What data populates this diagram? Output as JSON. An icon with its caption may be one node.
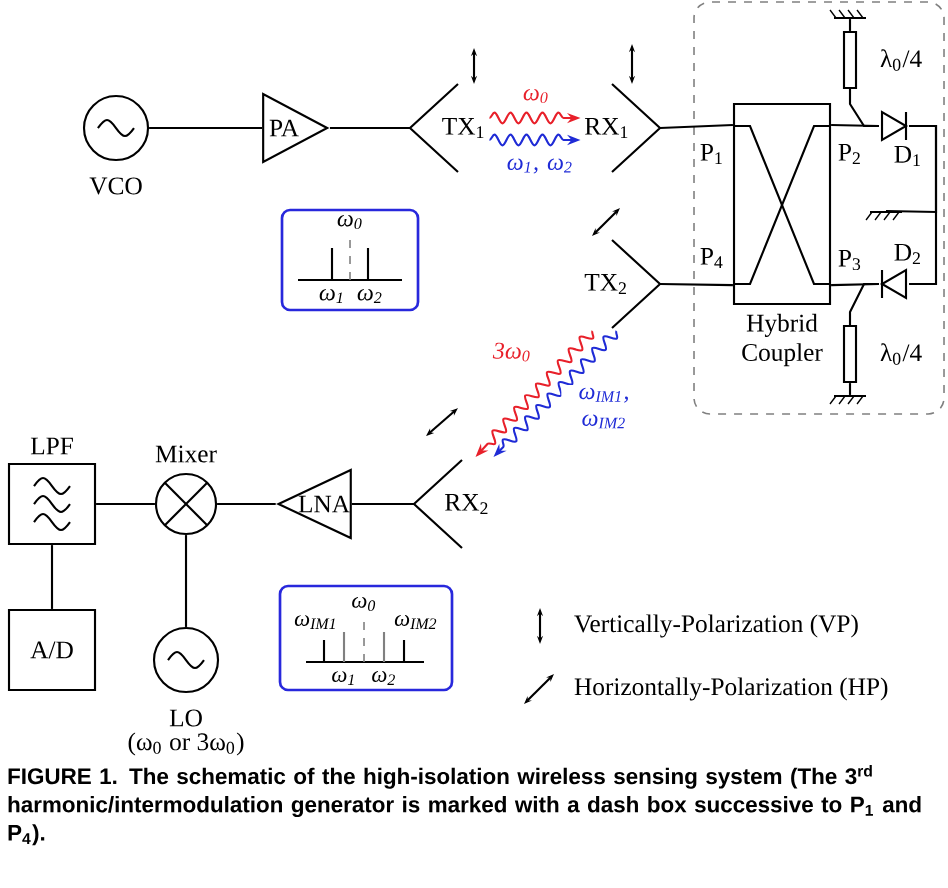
{
  "diagram": {
    "caption": "FIGURE 1. The schematic of the high-isolation wireless sensing system (The 3$^{rd}$ harmonic/intermodulation generator is marked with a dash box successive to P$_{1}$ and P$_{4}$).",
    "nodes": [
      {
        "text": [
          "VCO"
        ]
      },
      {
        "text": [
          "PA"
        ]
      },
      {
        "text": [
          "TX$_{1}$"
        ]
      },
      {
        "text": [
          "RX$_{1}$"
        ]
      },
      {
        "text": [],
        "shape": "box"
      },
      {
        "text": [
          "Hybrid Coupler"
        ],
        "in": 4
      },
      {
        "text": [
          "D$_{1}$"
        ],
        "in": 4
      },
      {
        "text": [
          "D$_{2}$"
        ],
        "in": 4
      },
      {
        "text": [
          "λ$_{0}$/4"
        ],
        "in": 4
      },
      {
        "text": [
          "λ$_{0}$/4"
        ],
        "in": 4
      },
      {
        "text": [
          "TX$_{2}$"
        ]
      },
      {
        "text": [
          "RX$_{2}$"
        ]
      },
      {
        "text": [
          "LNA"
        ]
      },
      {
        "text": [
          "Mixer"
        ]
      },
      {
        "text": [
          "LPF"
        ]
      },
      {
        "text": [
          "A/D"
        ]
      },
      {
        "text": [
          "LO",
          "(ω$_{0}$ or 3ω$_{0}$)"
        ]
      },
      {
        "text": [
          "ω$_{0}$",
          "ω$_{1}$",
          "ω$_{2}$"
        ]
      },
      {
        "text": [
          "ω$_{0}$",
          "ω$_{IM1}$",
          "ω$_{IM2}$",
          "ω$_{1}$",
          "ω$_{2}$"
        ]
      },
      {
        "text": [],
        "shape": "ground",
        "in": 4
      },
      {
        "text": [],
        "shape": "ground",
        "in": 4
      },
      {
        "text": [],
        "shape": "ground",
        "in": 4
      }
    ],
    "edges": [
      {
        "from": 0,
        "to": 1,
        "arrow": "none"
      },
      {
        "from": 1,
        "to": 2,
        "arrow": "none"
      },
      {
        "from": 2,
        "to": 3,
        "arrow": "to",
        "label": "ω$_{0}$",
        "color": "#e8202a"
      },
      {
        "from": 2,
        "to": 3,
        "arrow": "to",
        "label": "ω$_{1}$, ω$_{2}$",
        "color": "#1f2bd6"
      },
      {
        "from": 3,
        "to": 5,
        "arrow": "none"
      },
      {
        "from": 10,
        "to": 5,
        "arrow": "none"
      },
      {
        "from": 5,
        "to": 6,
        "arrow": "none"
      },
      {
        "from": 5,
        "to": 7,
        "arrow": "none"
      },
      {
        "from": 8,
        "to": 6,
        "arrow": "none"
      },
      {
        "from": 9,
        "to": 7,
        "arrow": "none"
      },
      {
        "from": 6,
        "to": 7,
        "arrow": "none"
      },
      {
        "from": 10,
        "to": 11,
        "arrow": "to",
        "label": "3ω$_{0}$",
        "color": "#e8202a"
      },
      {
        "from": 10,
        "to": 11,
        "arrow": "to",
        "label": "ω$_{IM1}$, ω$_{IM2}$",
        "color": "#1f2bd6"
      },
      {
        "from": 11,
        "to": 12,
        "arrow": "none"
      },
      {
        "from": 12,
        "to": 13,
        "arrow": "none"
      },
      {
        "from": 13,
        "to": 14,
        "arrow": "none"
      },
      {
        "from": 14,
        "to": 15,
        "arrow": "none"
      },
      {
        "from": 13,
        "to": 16,
        "arrow": "none"
      },
      {
        "from": 8,
        "to": 19,
        "arrow": "none"
      },
      {
        "from": 9,
        "to": 20,
        "arrow": "none"
      },
      {
        "from": 6,
        "to": 21,
        "arrow": "none"
      }
    ],
    "labels": [
      "P$_{1}$",
      "P$_{2}$",
      "P$_{4}$",
      "P$_{3}$"
    ],
    "legend": [
      {
        "text": "Vertically-Polarization (VP)"
      },
      {
        "text": "Horizontally-Polarization (HP)"
      }
    ]
  }
}
